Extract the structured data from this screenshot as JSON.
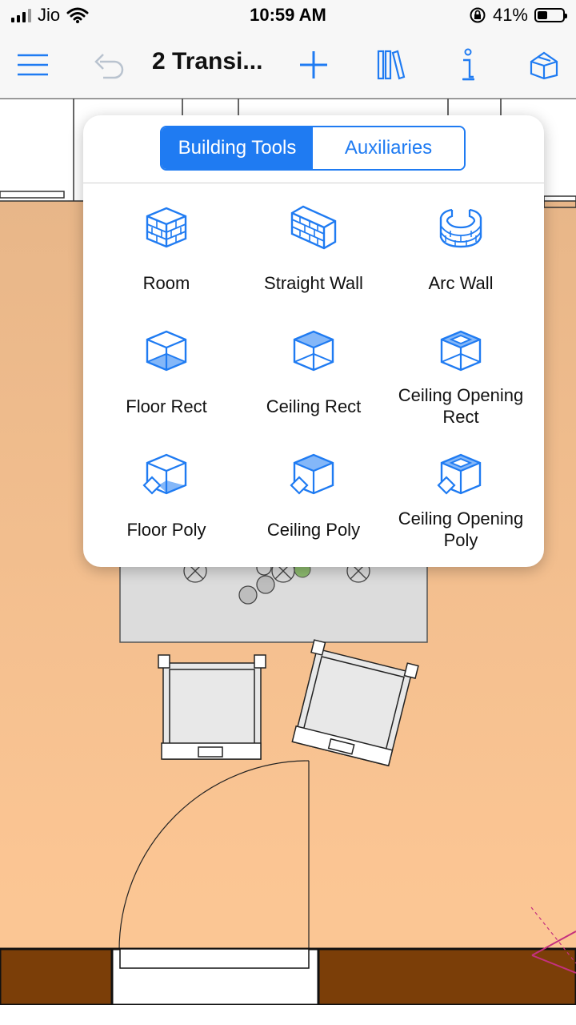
{
  "status": {
    "carrier": "Jio",
    "time": "10:59 AM",
    "battery": "41%",
    "battery_level": 0.41
  },
  "toolbar": {
    "title": "2 Transi...",
    "icons": [
      "menu-icon",
      "undo-icon",
      "add-icon",
      "library-icon",
      "info-icon",
      "3d-view-icon"
    ]
  },
  "popover": {
    "tabs": [
      {
        "label": "Building Tools",
        "active": true
      },
      {
        "label": "Auxiliaries",
        "active": false
      }
    ],
    "tools": [
      {
        "label": "Room",
        "icon": "room-icon"
      },
      {
        "label": "Straight Wall",
        "icon": "straight-wall-icon"
      },
      {
        "label": "Arc Wall",
        "icon": "arc-wall-icon"
      },
      {
        "label": "Floor Rect",
        "icon": "floor-rect-icon"
      },
      {
        "label": "Ceiling Rect",
        "icon": "ceiling-rect-icon"
      },
      {
        "label": "Ceiling Opening Rect",
        "icon": "ceiling-opening-rect-icon"
      },
      {
        "label": "Floor Poly",
        "icon": "floor-poly-icon"
      },
      {
        "label": "Ceiling Poly",
        "icon": "ceiling-poly-icon"
      },
      {
        "label": "Ceiling Opening Poly",
        "icon": "ceiling-opening-poly-icon"
      }
    ]
  },
  "colors": {
    "accent": "#1f7bf2",
    "floor": "#f8c08f",
    "wall": "#7b3e08"
  }
}
